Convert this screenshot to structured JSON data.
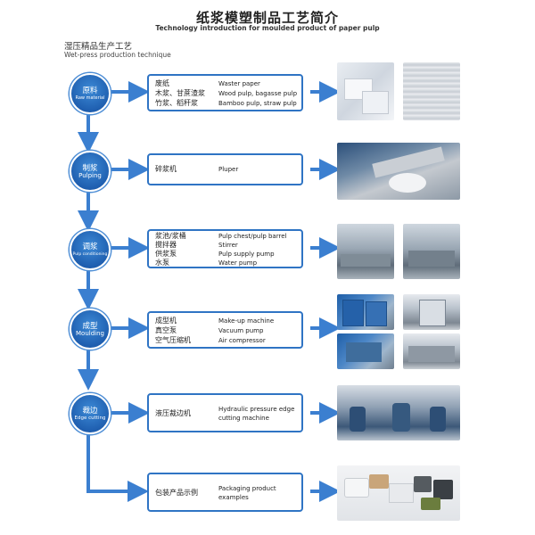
{
  "title": "纸浆模塑制品工艺简介",
  "subtitle": "Technology introduction for moulded product of paper pulp",
  "section": {
    "zh": "湿压精品生产工艺",
    "en": "Wet-press production technique"
  },
  "steps": [
    {
      "zh": "原料",
      "en": "Raw material",
      "items": [
        {
          "zh": "废纸",
          "en": "Waster paper"
        },
        {
          "zh": "木浆、甘蔗渣浆",
          "en": "Wood pulp, bagasse pulp"
        },
        {
          "zh": "竹浆、稻秆浆",
          "en": "Bamboo pulp, straw pulp"
        }
      ]
    },
    {
      "zh": "制浆",
      "en": "Pulping",
      "items": [
        {
          "zh": "碎浆机",
          "en": "Pluper"
        }
      ]
    },
    {
      "zh": "调浆",
      "en": "Pulp conditioning",
      "items": [
        {
          "zh": "浆池/浆桶",
          "en": "Pulp chest/pulp barrel"
        },
        {
          "zh": "搅拌器",
          "en": "Stirrer"
        },
        {
          "zh": "供浆泵",
          "en": "Pulp supply pump"
        },
        {
          "zh": "水泵",
          "en": "Water pump"
        }
      ]
    },
    {
      "zh": "成型",
      "en": "Moulding",
      "items": [
        {
          "zh": "成型机",
          "en": "Make-up machine"
        },
        {
          "zh": "真空泵",
          "en": "Vacuum pump"
        },
        {
          "zh": "空气压缩机",
          "en": "Air compressor"
        }
      ]
    },
    {
      "zh": "裁边",
      "en": "Edge cutting",
      "items": [
        {
          "zh": "液压裁边机",
          "en": "Hydraulic pressure edge"
        },
        {
          "zh": "",
          "en": "cutting machine"
        }
      ]
    },
    {
      "zh": "",
      "en": "",
      "items": [
        {
          "zh": "包装产品示例",
          "en": "Packaging product"
        },
        {
          "zh": "",
          "en": "examples"
        }
      ]
    }
  ],
  "colors": {
    "accent": "#2f74c4",
    "node": "#1f5fb0",
    "arrow": "#3b7fd0"
  }
}
